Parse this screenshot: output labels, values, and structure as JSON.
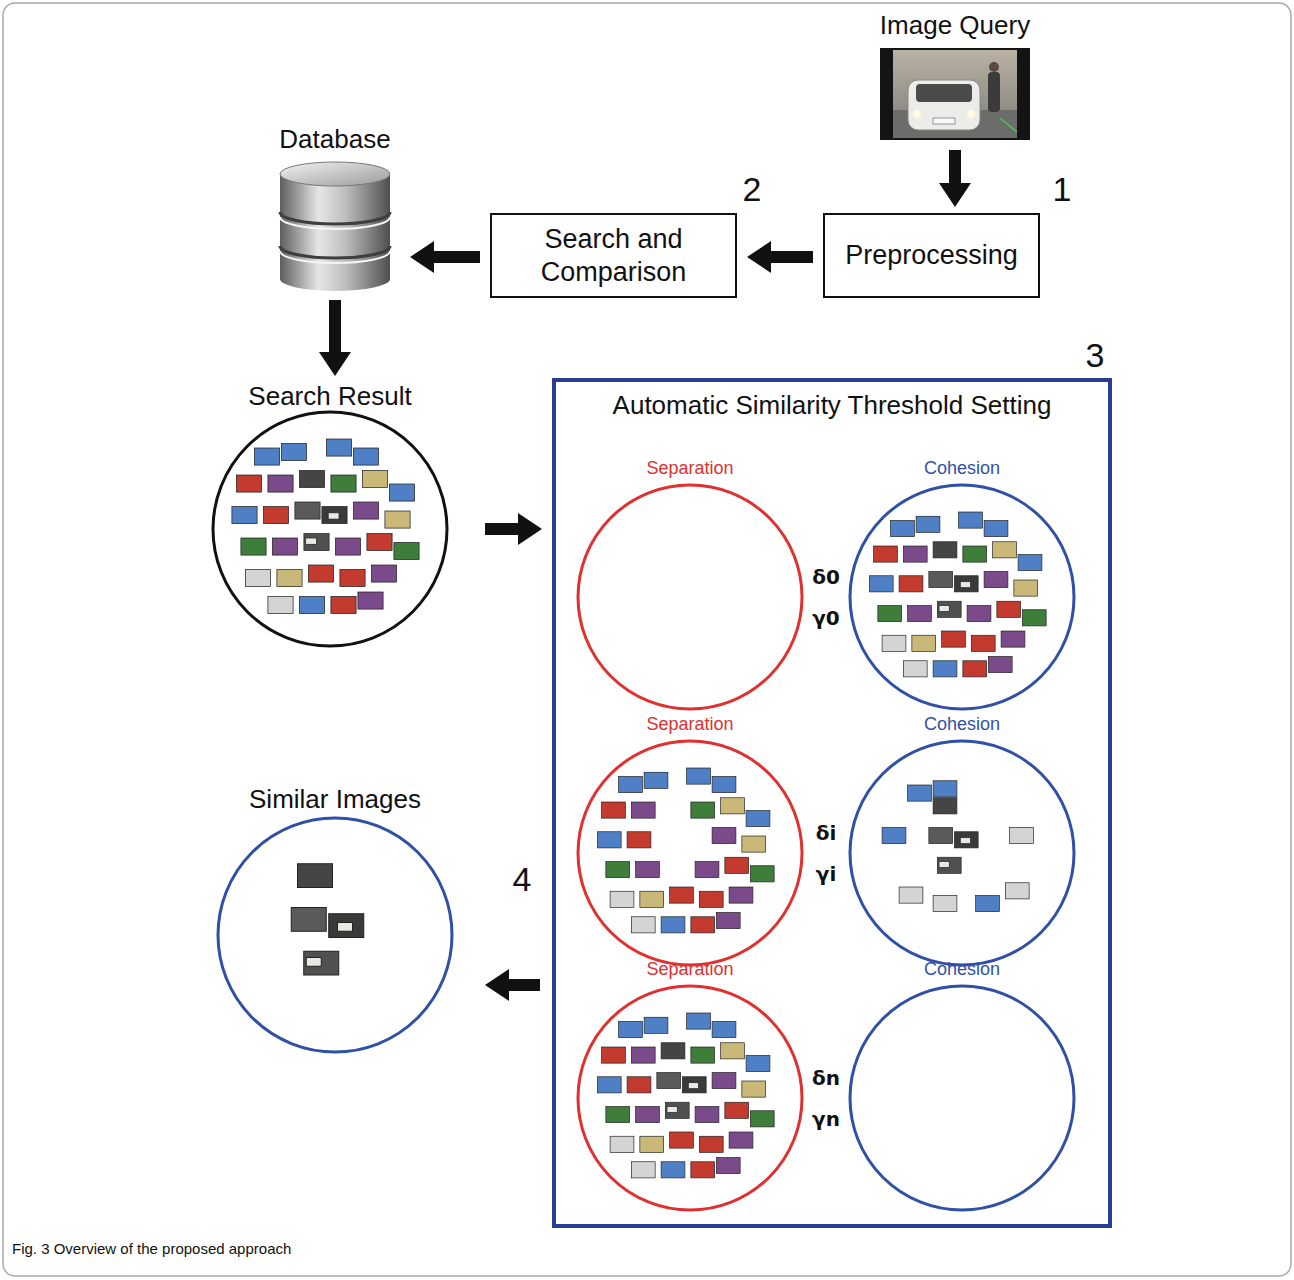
{
  "diagram": {
    "caption": "Fig. 3 Overview of the proposed approach",
    "nodes": [
      {
        "text": [
          "Image Query"
        ]
      },
      {
        "text": [
          "Preprocessing"
        ]
      },
      {
        "text": [
          "Search and Comparison"
        ]
      },
      {
        "text": [
          "Database"
        ]
      },
      {
        "text": [
          "Search Result"
        ]
      },
      {
        "text": [
          "Automatic Similarity Threshold Setting"
        ]
      },
      {
        "text": [
          "Separation"
        ],
        "in": 5
      },
      {
        "text": [
          "Cohesion"
        ],
        "in": 5
      },
      {
        "text": [
          "Separation"
        ],
        "in": 5
      },
      {
        "text": [
          "Cohesion"
        ],
        "in": 5
      },
      {
        "text": [
          "Separation"
        ],
        "in": 5
      },
      {
        "text": [
          "Cohesion"
        ],
        "in": 5
      },
      {
        "text": [
          "Similar Images"
        ]
      }
    ],
    "edges": [
      {
        "from": 0,
        "to": 1,
        "arrow": "to"
      },
      {
        "from": 1,
        "to": 2,
        "arrow": "to"
      },
      {
        "from": 2,
        "to": 3,
        "arrow": "to"
      },
      {
        "from": 3,
        "to": 4,
        "arrow": "to"
      },
      {
        "from": 4,
        "to": 5,
        "arrow": "to"
      },
      {
        "from": 5,
        "to": 12,
        "arrow": "to"
      }
    ],
    "labels": [
      "1",
      "2",
      "3",
      "4",
      "δ0",
      "γ0",
      "δi",
      "γi",
      "δn",
      "γn"
    ]
  }
}
